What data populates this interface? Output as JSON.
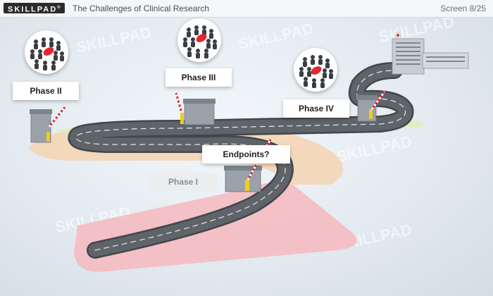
{
  "header": {
    "logo": "SKILLPAD",
    "logo_mark": "®",
    "title": "The Challenges of Clinical Research",
    "screen_counter": "Screen 8/25"
  },
  "stages": {
    "phase_1": "Phase I",
    "phase_2": "Phase II",
    "phase_3": "Phase III",
    "phase_4": "Phase IV",
    "endpoints": "Endpoints?"
  },
  "watermark": "SKILLPAD",
  "colors": {
    "road": "#55595e",
    "zone_red": "#f5b8bd",
    "zone_orange": "#f6d4b2",
    "zone_green": "#dfeec0",
    "barrier": "#d9262b",
    "bollard": "#f1cc1f",
    "highlight": "#e3262e"
  },
  "icons": [
    "crowd-icon",
    "toll-booth-icon",
    "barrier-gate-icon",
    "hospital-building-icon"
  ]
}
